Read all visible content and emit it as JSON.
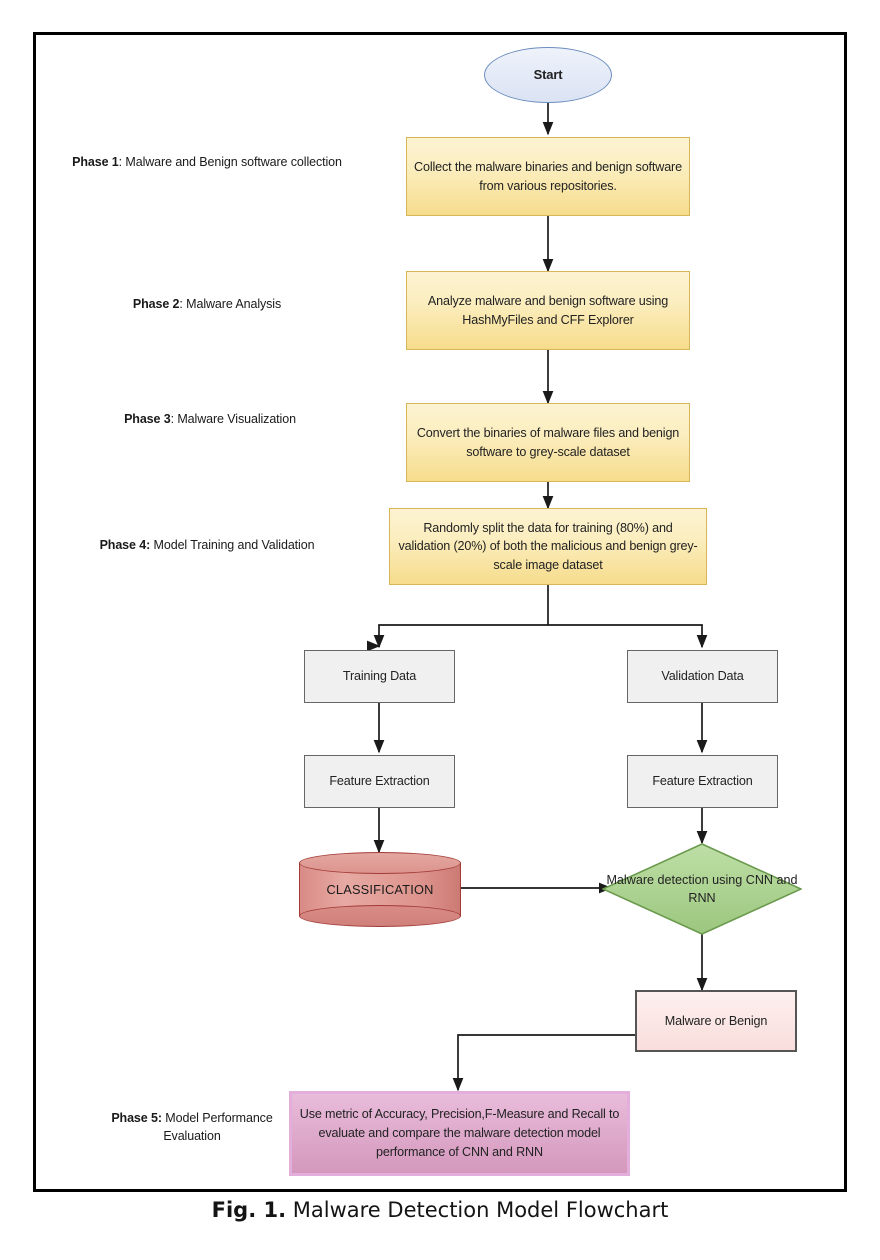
{
  "figure": {
    "caption_prefix": "Fig. 1.",
    "caption_text": " Malware Detection Model Flowchart"
  },
  "phases": [
    {
      "id": "phase-1",
      "strong": "Phase 1",
      "rest": ": Malware and Benign software collection"
    },
    {
      "id": "phase-2",
      "strong": "Phase 2",
      "rest": ": Malware Analysis"
    },
    {
      "id": "phase-3",
      "strong": "Phase 3",
      "rest": ": Malware Visualization"
    },
    {
      "id": "phase-4",
      "strong": "Phase 4:",
      "rest": " Model Training and Validation"
    },
    {
      "id": "phase-5",
      "strong": "Phase 5:",
      "rest": " Model Performance Evaluation"
    }
  ],
  "nodes": {
    "start": "Start",
    "collect": "Collect the malware binaries and benign software from various repositories.",
    "analyze": "Analyze malware and benign software using HashMyFiles and CFF Explorer",
    "convert": "Convert the binaries of malware files and benign software to grey-scale dataset",
    "split": "Randomly split the data for training (80%) and validation (20%) of both the malicious and benign grey-scale image dataset",
    "training_data": "Training Data",
    "validation_data": "Validation Data",
    "feature_extraction_left": "Feature Extraction",
    "feature_extraction_right": "Feature Extraction",
    "classification": "CLASSIFICATION",
    "detection": "Malware detection using CNN and RNN",
    "malware_or_benign": "Malware or Benign",
    "evaluation": "Use metric of Accuracy, Precision,F-Measure and Recall to evaluate and compare the malware detection model performance of CNN and RNN"
  },
  "colors": {
    "process_fill": "#f6dc8c",
    "process_border": "#d6b656",
    "start_fill": "#dbe3f4",
    "start_border": "#6c8ebf",
    "grey_fill": "#f0f0f0",
    "grey_border": "#666666",
    "cylinder_fill": "#dd948d",
    "cylinder_border": "#a33b37",
    "diamond_fill": "#a9cf8f",
    "diamond_border": "#6a9a4d",
    "pink_fill": "#f9dedc",
    "pink_border": "#555555",
    "purple_fill": "#d498bd",
    "purple_border": "#e3aedb",
    "connector": "#1a1a1a",
    "frame_border": "#000000"
  }
}
